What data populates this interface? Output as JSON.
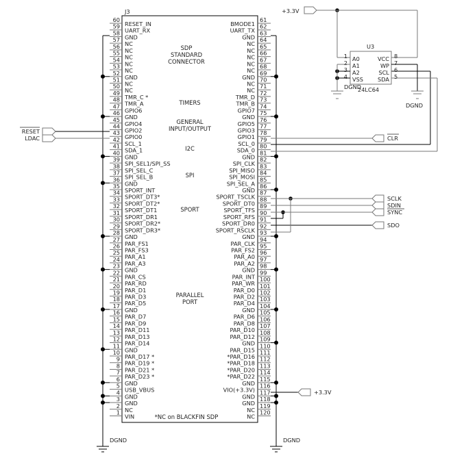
{
  "connector": {
    "ref": "J3",
    "left_pins": [
      {
        "num": "60",
        "name": "RESET_IN"
      },
      {
        "num": "59",
        "name": "UART_RX"
      },
      {
        "num": "58",
        "name": "GND"
      },
      {
        "num": "57",
        "name": "NC"
      },
      {
        "num": "56",
        "name": "NC"
      },
      {
        "num": "55",
        "name": "NC"
      },
      {
        "num": "54",
        "name": "NC"
      },
      {
        "num": "53",
        "name": "NC"
      },
      {
        "num": "52",
        "name": "GND"
      },
      {
        "num": "51",
        "name": "NC"
      },
      {
        "num": "50",
        "name": "NC"
      },
      {
        "num": "49",
        "name": "TMR_C *"
      },
      {
        "num": "48",
        "name": "TMR_A"
      },
      {
        "num": "47",
        "name": "GPIO6"
      },
      {
        "num": "46",
        "name": "GND"
      },
      {
        "num": "45",
        "name": "GPIO4"
      },
      {
        "num": "44",
        "name": "GPIO2"
      },
      {
        "num": "43",
        "name": "GPIO0"
      },
      {
        "num": "42",
        "name": "SCL_1"
      },
      {
        "num": "41",
        "name": "SDA_1"
      },
      {
        "num": "40",
        "name": "GND"
      },
      {
        "num": "39",
        "name": "SPI_SEL1/SPI_SS"
      },
      {
        "num": "38",
        "name": "SPI_SEL_C"
      },
      {
        "num": "37",
        "name": "SPI_SEL_B"
      },
      {
        "num": "36",
        "name": "GND"
      },
      {
        "num": "35",
        "name": "SPORT_INT"
      },
      {
        "num": "34",
        "name": "SPORT_DT3*"
      },
      {
        "num": "33",
        "name": "SPORT_DT2*"
      },
      {
        "num": "32",
        "name": "SPORT_DT1"
      },
      {
        "num": "31",
        "name": "SPORT_DR1"
      },
      {
        "num": "30",
        "name": "SPORT_DR2*"
      },
      {
        "num": "29",
        "name": "SPORT_DR3*"
      },
      {
        "num": "28",
        "name": "GND"
      },
      {
        "num": "27",
        "name": "PAR_FS1"
      },
      {
        "num": "26",
        "name": "PAR_FS3"
      },
      {
        "num": "25",
        "name": "PAR_A1"
      },
      {
        "num": "24",
        "name": "PAR_A3"
      },
      {
        "num": "23",
        "name": "GND"
      },
      {
        "num": "22",
        "name": "PAR_CS"
      },
      {
        "num": "21",
        "name": "PAR_RD"
      },
      {
        "num": "20",
        "name": "PAR_D1"
      },
      {
        "num": "19",
        "name": "PAR_D3"
      },
      {
        "num": "18",
        "name": "PAR_D5"
      },
      {
        "num": "17",
        "name": "GND"
      },
      {
        "num": "16",
        "name": "PAR_D7"
      },
      {
        "num": "15",
        "name": "PAR_D9"
      },
      {
        "num": "14",
        "name": "PAR_D11"
      },
      {
        "num": "13",
        "name": "PAR_D13"
      },
      {
        "num": "12",
        "name": "PAR_D14"
      },
      {
        "num": "11",
        "name": "GND"
      },
      {
        "num": "10",
        "name": "PAR_D17 *"
      },
      {
        "num": "9",
        "name": "PAR_D19 *"
      },
      {
        "num": "8",
        "name": "PAR_D21 *"
      },
      {
        "num": "7",
        "name": "PAR_D23 *"
      },
      {
        "num": "6",
        "name": "GND"
      },
      {
        "num": "5",
        "name": "USB_VBUS"
      },
      {
        "num": "4",
        "name": "GND"
      },
      {
        "num": "3",
        "name": "GND"
      },
      {
        "num": "2",
        "name": "NC"
      },
      {
        "num": "1",
        "name": "VIN"
      }
    ],
    "right_pins": [
      {
        "num": "61",
        "name": "BMODE1"
      },
      {
        "num": "62",
        "name": "UART_TX"
      },
      {
        "num": "63",
        "name": "GND"
      },
      {
        "num": "64",
        "name": "NC"
      },
      {
        "num": "65",
        "name": "NC"
      },
      {
        "num": "66",
        "name": "NC"
      },
      {
        "num": "67",
        "name": "NC"
      },
      {
        "num": "68",
        "name": "NC"
      },
      {
        "num": "69",
        "name": "GND"
      },
      {
        "num": "70",
        "name": "NC"
      },
      {
        "num": "71",
        "name": "NC"
      },
      {
        "num": "72",
        "name": "TMR_D"
      },
      {
        "num": "73",
        "name": "TMR_B"
      },
      {
        "num": "74",
        "name": "GPIO7"
      },
      {
        "num": "75",
        "name": "GND"
      },
      {
        "num": "76",
        "name": "GPIO5"
      },
      {
        "num": "77",
        "name": "GPIO3"
      },
      {
        "num": "78",
        "name": "GPIO1"
      },
      {
        "num": "79",
        "name": "SCL_0"
      },
      {
        "num": "80",
        "name": "SDA_0"
      },
      {
        "num": "81",
        "name": "GND"
      },
      {
        "num": "82",
        "name": "SPI_CLK"
      },
      {
        "num": "83",
        "name": "SPI_MISO"
      },
      {
        "num": "84",
        "name": "SPI_MOSI"
      },
      {
        "num": "85",
        "name": "SPI_SEL_A"
      },
      {
        "num": "86",
        "name": "GND"
      },
      {
        "num": "87",
        "name": "SPORT_TSCLK"
      },
      {
        "num": "88",
        "name": "SPORT_DT0"
      },
      {
        "num": "89",
        "name": "SPORT_TFS"
      },
      {
        "num": "90",
        "name": "SPORT_RFS"
      },
      {
        "num": "91",
        "name": "SPORT_DR0"
      },
      {
        "num": "92",
        "name": "SPORT_RSCLK"
      },
      {
        "num": "93",
        "name": "GND"
      },
      {
        "num": "94",
        "name": "PAR_CLK"
      },
      {
        "num": "95",
        "name": "PAR_FS2"
      },
      {
        "num": "96",
        "name": "PAR_A0"
      },
      {
        "num": "97",
        "name": "PAR_A2"
      },
      {
        "num": "98",
        "name": "GND"
      },
      {
        "num": "99",
        "name": "PAR_INT"
      },
      {
        "num": "100",
        "name": "PAR_WR"
      },
      {
        "num": "101",
        "name": "PAR_D0"
      },
      {
        "num": "102",
        "name": "PAR_D2"
      },
      {
        "num": "103",
        "name": "PAR_D4"
      },
      {
        "num": "104",
        "name": "GND"
      },
      {
        "num": "105",
        "name": "PAR_D6"
      },
      {
        "num": "106",
        "name": "PAR_D8"
      },
      {
        "num": "107",
        "name": "PAR_D10"
      },
      {
        "num": "108",
        "name": "PAR_D12"
      },
      {
        "num": "109",
        "name": "GND"
      },
      {
        "num": "110",
        "name": "PAR_D15"
      },
      {
        "num": "111",
        "name": "*PAR_D16"
      },
      {
        "num": "112",
        "name": "*PAR_D18"
      },
      {
        "num": "113",
        "name": "*PAR_D20"
      },
      {
        "num": "114",
        "name": "*PAR_D22"
      },
      {
        "num": "115",
        "name": "GND"
      },
      {
        "num": "116",
        "name": "VIO(+3.3V)"
      },
      {
        "num": "117",
        "name": "GND"
      },
      {
        "num": "118",
        "name": "GND"
      },
      {
        "num": "119",
        "name": "NC"
      },
      {
        "num": "120",
        "name": "NC"
      }
    ],
    "groups": {
      "sdp": "SDP",
      "standard": "STANDARD",
      "connector": "CONNECTOR",
      "timers": "TIMERS",
      "general": "GENERAL",
      "io": "INPUT/OUTPUT",
      "i2c": "I2C",
      "spi": "SPI",
      "sport": "SPORT",
      "parallel": "PARALLEL",
      "port": "PORT"
    },
    "footnote": "*NC on BLACKFIN SDP"
  },
  "eeprom": {
    "ref": "U3",
    "part": "24LC64",
    "left_pins": [
      {
        "num": "1",
        "name": "A0"
      },
      {
        "num": "2",
        "name": "A1"
      },
      {
        "num": "3",
        "name": "A2"
      },
      {
        "num": "4",
        "name": "VSS"
      }
    ],
    "right_pins": [
      {
        "num": "8",
        "name": "VCC"
      },
      {
        "num": "7",
        "name": "WP"
      },
      {
        "num": "6",
        "name": "SCL"
      },
      {
        "num": "5",
        "name": "SDA"
      }
    ]
  },
  "nets": {
    "vcc_top": "+3.3V",
    "vcc_bottom": "+3.3V",
    "dgnd": "DGND",
    "reset": "RESET",
    "ldac": "LDAC",
    "clr": "CLR",
    "sclk": "SCLK",
    "sdin": "SDIN",
    "sync": "SYNC",
    "sdo": "SDO"
  }
}
